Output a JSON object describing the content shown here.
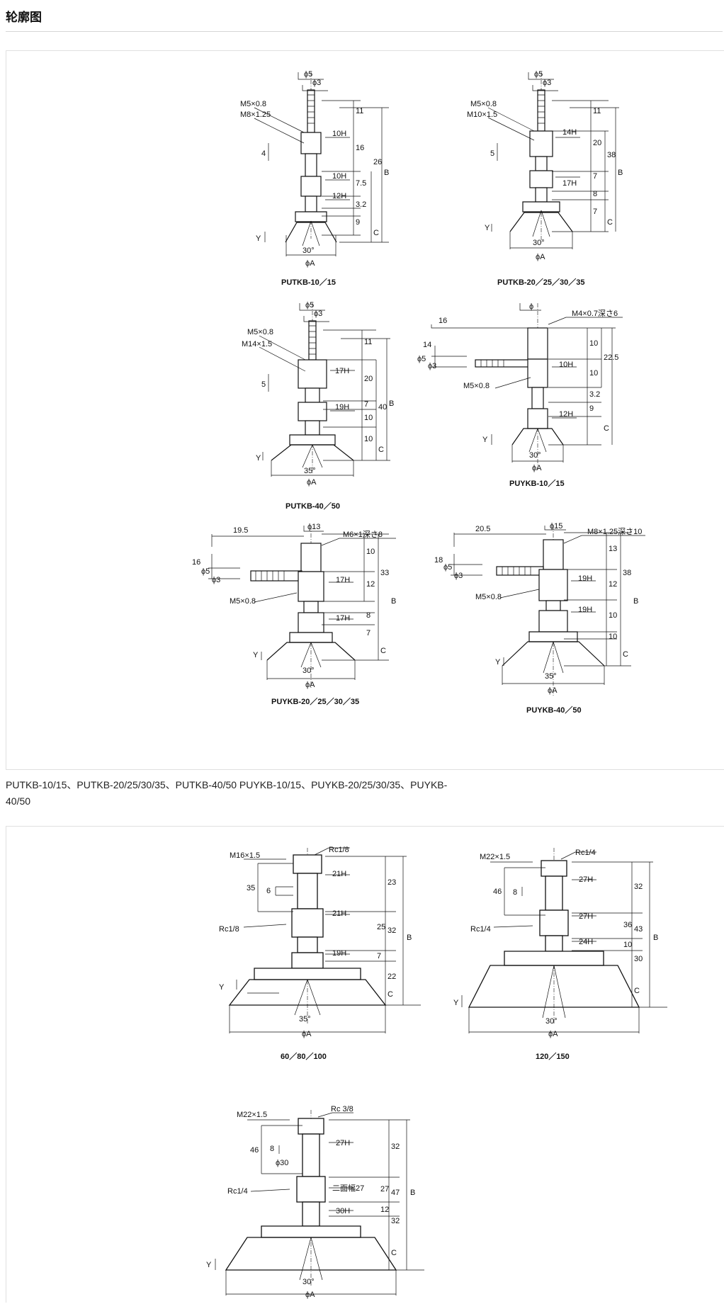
{
  "page": {
    "title": "轮廓图",
    "caption": "PUTKB-10/15、PUTKB-20/25/30/35、PUTKB-40/50 PUYKB-10/15、PUYKB-20/25/30/35、PUYKB-40/50"
  },
  "panel1": {
    "d1": {
      "caption": "PUTKB-10／15",
      "phi5": "ϕ5",
      "phi3": "ϕ3",
      "m1": "M5×0.8",
      "m2": "M8×1.25",
      "h1": "10H",
      "h2": "10H",
      "h3": "12H",
      "d11": "11",
      "d16": "16",
      "d26": "26",
      "d75": "7.5",
      "d32": "3.2",
      "d9": "9",
      "dB": "B",
      "dC": "C",
      "d4": "4",
      "dY": "Y",
      "ang": "30°",
      "phiA": "ϕA"
    },
    "d2": {
      "caption": "PUTKB-20／25／30／35",
      "phi5": "ϕ5",
      "phi3": "ϕ3",
      "m1": "M5×0.8",
      "m2": "M10×1.5",
      "h1": "14H",
      "h2": "17H",
      "d11": "11",
      "d20": "20",
      "d7a": "7",
      "d8": "8",
      "d38": "38",
      "d7b": "7",
      "dB": "B",
      "dC": "C",
      "d5": "5",
      "dY": "Y",
      "ang": "30°",
      "phiA": "ϕA"
    },
    "d3": {
      "caption": "PUTKB-40／50",
      "phi5": "ϕ5",
      "phi3": "ϕ3",
      "m1": "M5×0.8",
      "m2": "M14×1.5",
      "h1": "17H",
      "h2": "19H",
      "d11": "11",
      "d20": "20",
      "d7": "7",
      "d10a": "10",
      "d10b": "10",
      "d40": "40",
      "dB": "B",
      "dC": "C",
      "d5": "5",
      "dY": "Y",
      "ang": "35°",
      "phiA": "ϕA"
    },
    "d4": {
      "caption": "PUYKB-10／15",
      "d16": "16",
      "phi": "ϕ",
      "m1": "M4×0.7深さ6",
      "d14": "14",
      "phi5": "ϕ5",
      "phi3": "ϕ3",
      "h1": "10H",
      "m2": "M5×0.8",
      "d10a": "10",
      "d10b": "10",
      "d225": "22.5",
      "d32": "3.2",
      "d9": "9",
      "h2": "12H",
      "dC": "C",
      "dY": "Y",
      "ang": "30°",
      "phiA": "ϕA"
    },
    "d5": {
      "caption": "PUYKB-20／25／30／35",
      "d195": "19.5",
      "phi13": "ϕ13",
      "m1": "M6×1深さ8",
      "d16": "16",
      "phi5": "ϕ5",
      "phi3": "ϕ3",
      "h1": "17H",
      "m2": "M5×0.8",
      "h2": "17H",
      "d10": "10",
      "d12": "12",
      "d33": "33",
      "d8": "8",
      "d7": "7",
      "dB": "B",
      "dC": "C",
      "dY": "Y",
      "ang": "30°",
      "phiA": "ϕA"
    },
    "d6": {
      "caption": "PUYKB-40／50",
      "d205": "20.5",
      "phi15": "ϕ15",
      "m1": "M8×1.25深さ10",
      "d18": "18",
      "phi5": "ϕ5",
      "phi3": "ϕ3",
      "h1": "19H",
      "m2": "M5×0.8",
      "h2": "19H",
      "d13": "13",
      "d12": "12",
      "d38": "38",
      "d10a": "10",
      "d10b": "10",
      "dB": "B",
      "dC": "C",
      "dY": "Y",
      "ang": "35°",
      "phiA": "ϕA"
    }
  },
  "panel2": {
    "d7": {
      "caption": "60／80／100",
      "m1": "M16×1.5",
      "rc1": "Rc1/8",
      "d35": "35",
      "d6": "6",
      "h1": "21H",
      "h2": "21H",
      "rc2": "Rc1/8",
      "h3": "19H",
      "d23": "23",
      "d25": "25",
      "d32": "32",
      "d7": "7",
      "d22": "22",
      "dB": "B",
      "dC": "C",
      "dY": "Y",
      "ang": "35°",
      "phiA": "ϕA"
    },
    "d8": {
      "caption": "120／150",
      "m1": "M22×1.5",
      "rc1": "Rc1/4",
      "d46": "46",
      "d8": "8",
      "h1": "27H",
      "h2": "27H",
      "rc2": "Rc1/4",
      "h3": "24H",
      "d32": "32",
      "d36": "36",
      "d43": "43",
      "d10": "10",
      "d30": "30",
      "dB": "B",
      "dC": "C",
      "dY": "Y",
      "ang": "30°",
      "phiA": "ϕA"
    },
    "d9": {
      "caption": "",
      "m1": "M22×1.5",
      "rc1": "Rc 3/8",
      "d46": "46",
      "d8": "8",
      "phi30": "ϕ30",
      "h1": "27H",
      "rc2": "Rc1/4",
      "face": "二面幅27",
      "h2": "30H",
      "d32a": "32",
      "d27": "27",
      "d47": "47",
      "d12": "12",
      "d32b": "32",
      "dB": "B",
      "dC": "C",
      "dY": "Y",
      "ang": "30°",
      "phiA": "ϕA"
    }
  }
}
